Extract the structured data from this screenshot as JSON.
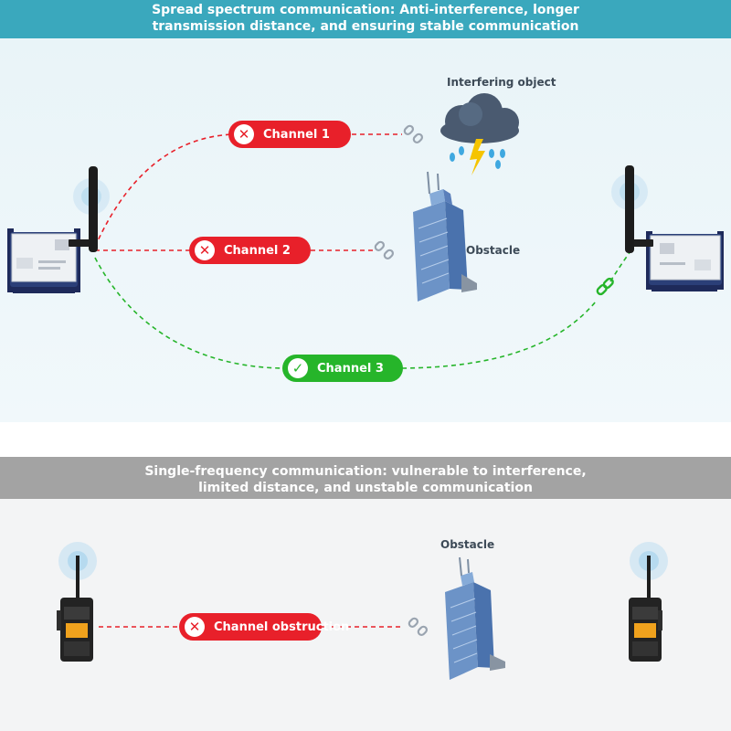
{
  "spread_spectrum": {
    "title_line1": "Spread spectrum communication: Anti-interference, longer",
    "title_line2": "transmission distance, and ensuring stable communication",
    "interfering_label": "Interfering object",
    "obstacle_label": "Obstacle",
    "channels": [
      {
        "label": "Channel 1",
        "status": "blocked",
        "icon": "cross-icon"
      },
      {
        "label": "Channel 2",
        "status": "blocked",
        "icon": "cross-icon"
      },
      {
        "label": "Channel 3",
        "status": "ok",
        "icon": "check-icon"
      }
    ]
  },
  "single_frequency": {
    "title_line1": "Single-frequency communication: vulnerable to interference,",
    "title_line2": "limited distance, and unstable communication",
    "obstacle_label": "Obstacle",
    "channel_label": "Channel obstruction"
  },
  "colors": {
    "top_banner": "#3aa8bd",
    "bottom_banner": "#a3a3a3",
    "blocked": "#e8202a",
    "ok": "#26b52a"
  }
}
